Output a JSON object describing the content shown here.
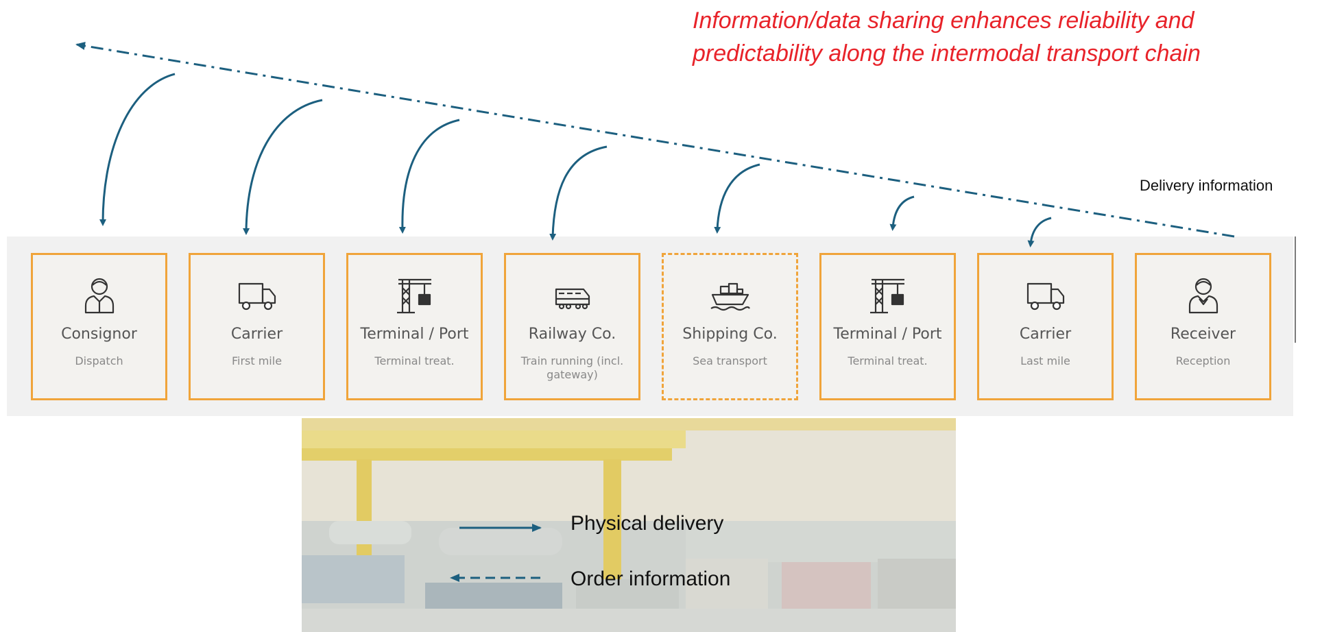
{
  "headline": {
    "line1": "Information/data sharing enhances reliability and",
    "line2": "predictability along the intermodal transport chain"
  },
  "delivery_information_label": "Delivery information",
  "actors": [
    {
      "role": "Consignor",
      "task": "Dispatch",
      "icon": "person-icon",
      "border": "solid"
    },
    {
      "role": "Carrier",
      "task": "First mile",
      "icon": "truck-icon",
      "border": "solid"
    },
    {
      "role": "Terminal / Port",
      "task": "Terminal treat.",
      "icon": "crane-icon",
      "border": "solid"
    },
    {
      "role": "Railway Co.",
      "task": "Train running (incl. gateway)",
      "icon": "train-icon",
      "border": "solid"
    },
    {
      "role": "Shipping Co.",
      "task": "Sea transport",
      "icon": "ship-icon",
      "border": "dashed"
    },
    {
      "role": "Terminal / Port",
      "task": "Terminal treat.",
      "icon": "crane-icon",
      "border": "solid"
    },
    {
      "role": "Carrier",
      "task": "Last mile",
      "icon": "truck-icon",
      "border": "solid"
    },
    {
      "role": "Receiver",
      "task": "Reception",
      "icon": "person-icon",
      "border": "solid"
    }
  ],
  "legend": {
    "physical_delivery": "Physical delivery",
    "order_information": "Order information"
  },
  "colors": {
    "headline": "#e8232a",
    "arrows": "#1c5f7f",
    "card_border": "#f0a43a",
    "band": "#f1f1f1"
  }
}
